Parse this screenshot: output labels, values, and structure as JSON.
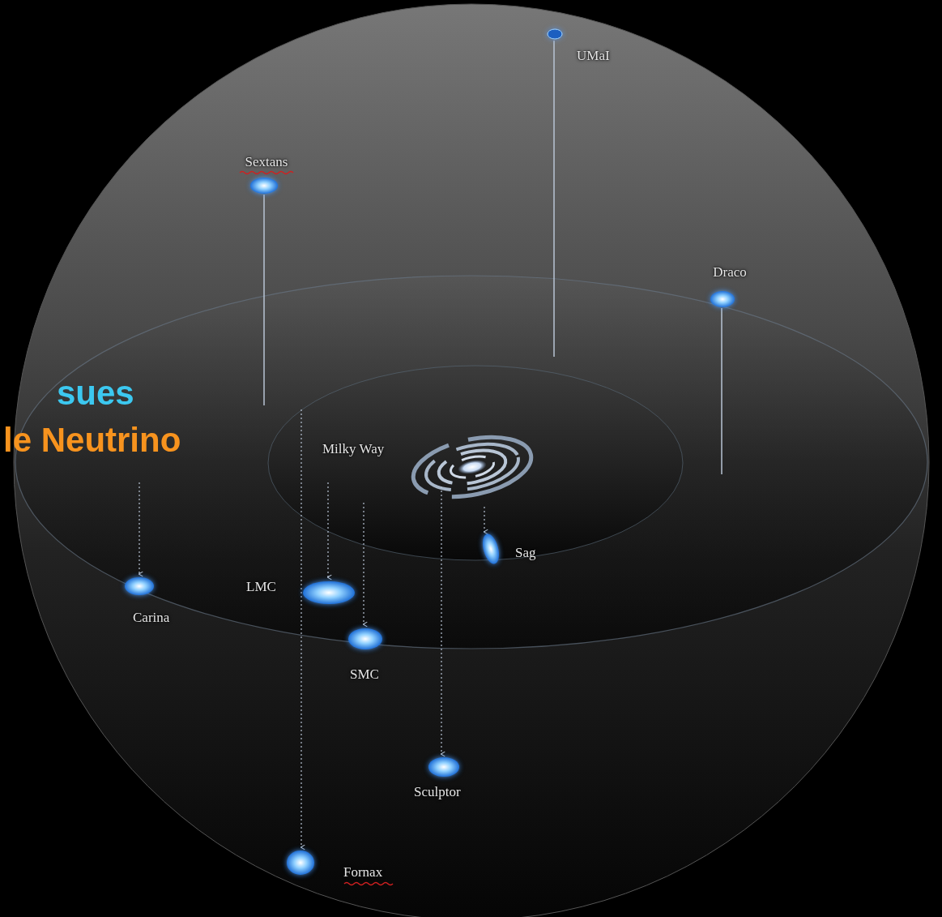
{
  "diagram": {
    "labels": [
      "UMaI",
      "Sextans",
      "Draco",
      "sues",
      "le Neutrino",
      "Milky Way",
      "Sag",
      "LMC",
      "Carina",
      "SMC",
      "Sculptor",
      "Fornax"
    ]
  }
}
